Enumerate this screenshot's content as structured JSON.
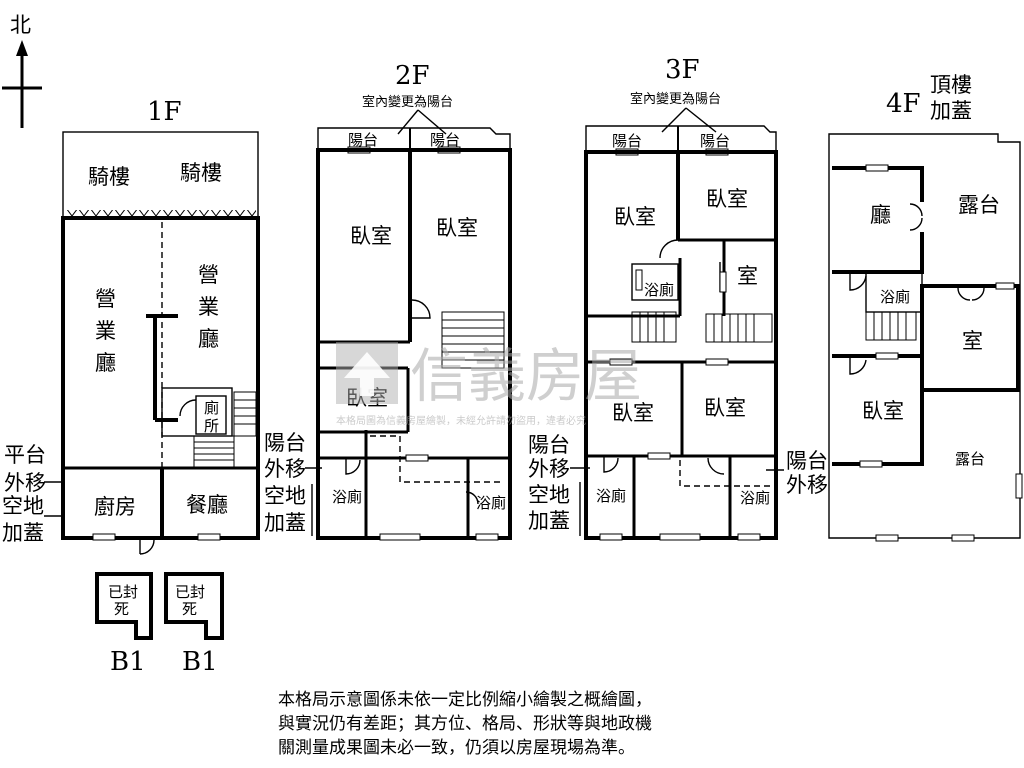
{
  "compass": {
    "label": "北"
  },
  "floors": {
    "f1": {
      "title": "1F",
      "arcade_left": "騎樓",
      "arcade_right": "騎樓",
      "shop_left": [
        "營",
        "業",
        "廳"
      ],
      "shop_right": [
        "營",
        "業",
        "廳"
      ],
      "wc": [
        "廁",
        "所"
      ],
      "kitchen": "廚房",
      "dining": "餐廳",
      "note_platform": [
        "平台",
        "外移"
      ],
      "note_vacant": [
        "空地",
        "加蓋"
      ]
    },
    "b1": {
      "title": "B1",
      "sealed": [
        "已封",
        "死"
      ]
    },
    "f2": {
      "title": "2F",
      "note_top": "室內變更為陽台",
      "balcony_left": "陽台",
      "balcony_right": "陽台",
      "bedroom_a": "臥室",
      "bedroom_b": "臥室",
      "bedroom_c": "臥室",
      "bath_a": "浴廁",
      "bath_b": "浴廁",
      "note_balcony": [
        "陽台",
        "外移"
      ],
      "note_vacant": [
        "空地",
        "加蓋"
      ]
    },
    "f3": {
      "title": "3F",
      "note_top": "室內變更為陽台",
      "balcony_left": "陽台",
      "balcony_right": "陽台",
      "bedroom_a": "臥室",
      "bedroom_b": "臥室",
      "room": "室",
      "bath_small": "浴廁",
      "bedroom_c": "臥室",
      "bedroom_d": "臥室",
      "bath_a": "浴廁",
      "bath_b": "浴廁",
      "note_balcony": [
        "陽台",
        "外移"
      ],
      "note_vacant": [
        "空地",
        "加蓋"
      ],
      "note_balcony_right": [
        "陽台",
        "外移"
      ]
    },
    "f4": {
      "title": "4F",
      "note_roof": [
        "頂樓",
        "加蓋"
      ],
      "hall": "廳",
      "terrace_top": "露台",
      "bath": "浴廁",
      "room": "室",
      "bedroom": "臥室",
      "terrace_bottom": "露台"
    }
  },
  "watermark": {
    "brand": "信義房屋",
    "sub": "本格局圖為信義房屋繪製，未經允許請勿盜用，違者必究"
  },
  "disclaimer": [
    "本格局示意圖係未依一定比例縮小繪製之概繪圖，",
    "與實況仍有差距；其方位、格局、形狀等與地政機",
    "關測量成果圖未必一致，仍須以房屋現場為準。"
  ]
}
